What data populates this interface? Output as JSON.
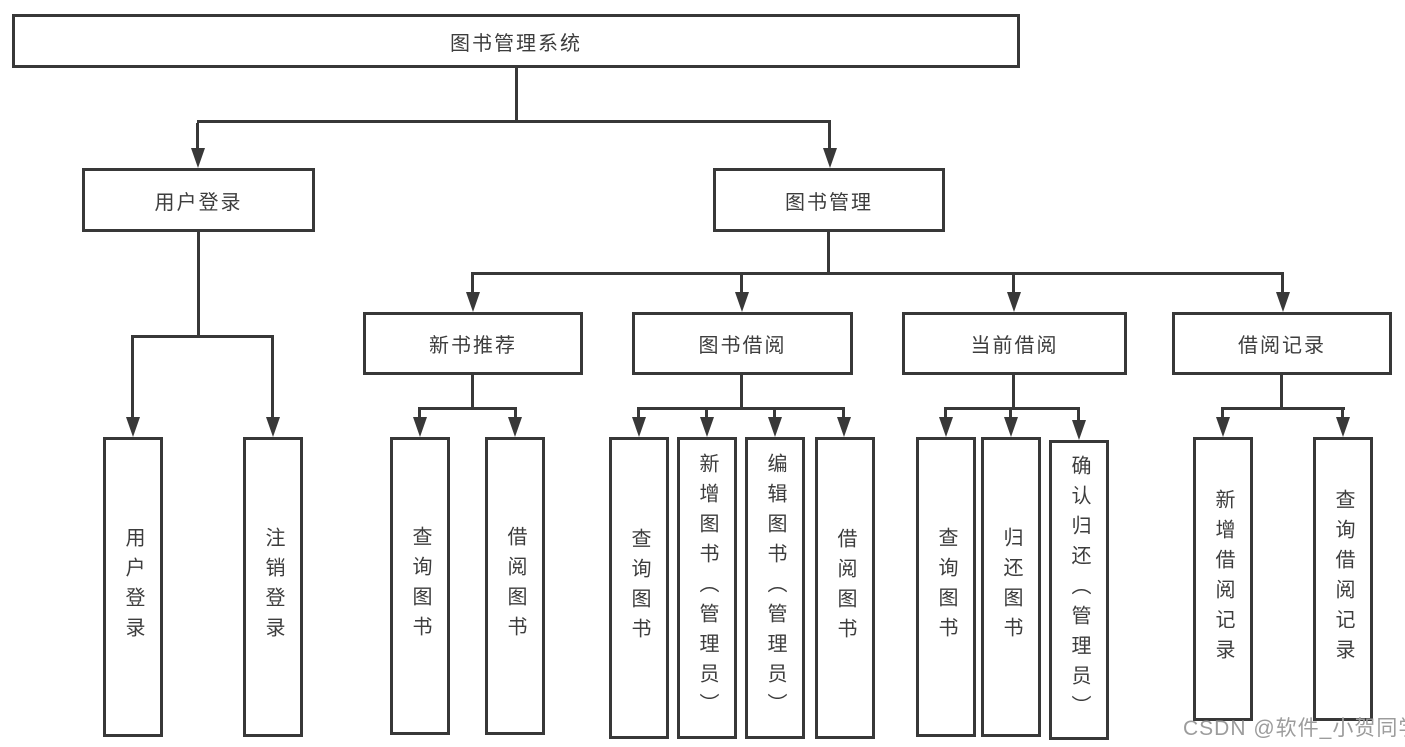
{
  "colors": {
    "line": "#383838",
    "text": "#3d3d3d",
    "background": "#ffffff",
    "watermark": "#9c9c9c"
  },
  "diagram": {
    "root": {
      "label": "图书管理系统"
    },
    "level2": [
      {
        "label": "用户登录",
        "children": [
          "用户登录",
          "注销登录"
        ]
      },
      {
        "label": "图书管理",
        "children": [
          {
            "label": "新书推荐",
            "children": [
              "查询图书",
              "借阅图书"
            ]
          },
          {
            "label": "图书借阅",
            "children": [
              "查询图书",
              "新增图书（管理员）",
              "编辑图书（管理员）",
              "借阅图书"
            ]
          },
          {
            "label": "当前借阅",
            "children": [
              "查询图书",
              "归还图书",
              "确认归还（管理员）"
            ]
          },
          {
            "label": "借阅记录",
            "children": [
              "新增借阅记录",
              "查询借阅记录"
            ]
          }
        ]
      }
    ]
  },
  "watermark": "CSDN @软件_小贺同学"
}
